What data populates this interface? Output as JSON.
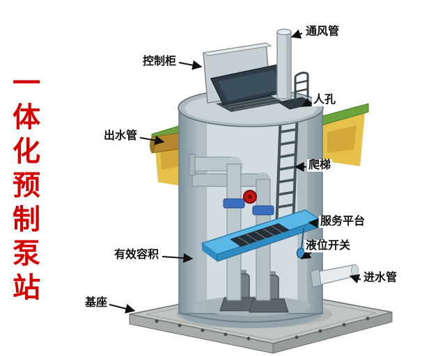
{
  "title": {
    "text": "一体化预制泵站"
  },
  "labels": {
    "vent_pipe": "通风管",
    "control_cabinet": "控制柜",
    "manhole": "人孔",
    "outlet_pipe": "出水管",
    "ladder": "爬梯",
    "service_platform": "服务平台",
    "level_switch": "液位开关",
    "effective_volume": "有效容积",
    "inlet_pipe": "进水管",
    "base": "基座"
  },
  "colors": {
    "title_red": "#d40000",
    "label_text": "#111111",
    "tank_gray": "#c3cfd4",
    "platform_blue": "#55b9ea",
    "soil_yellow": "#e6c149",
    "grass_green": "#6aa23c",
    "valve_red": "#c01616",
    "base_gray": "#c2c6c2",
    "outlet_pipe_tan": "#b5872e"
  }
}
